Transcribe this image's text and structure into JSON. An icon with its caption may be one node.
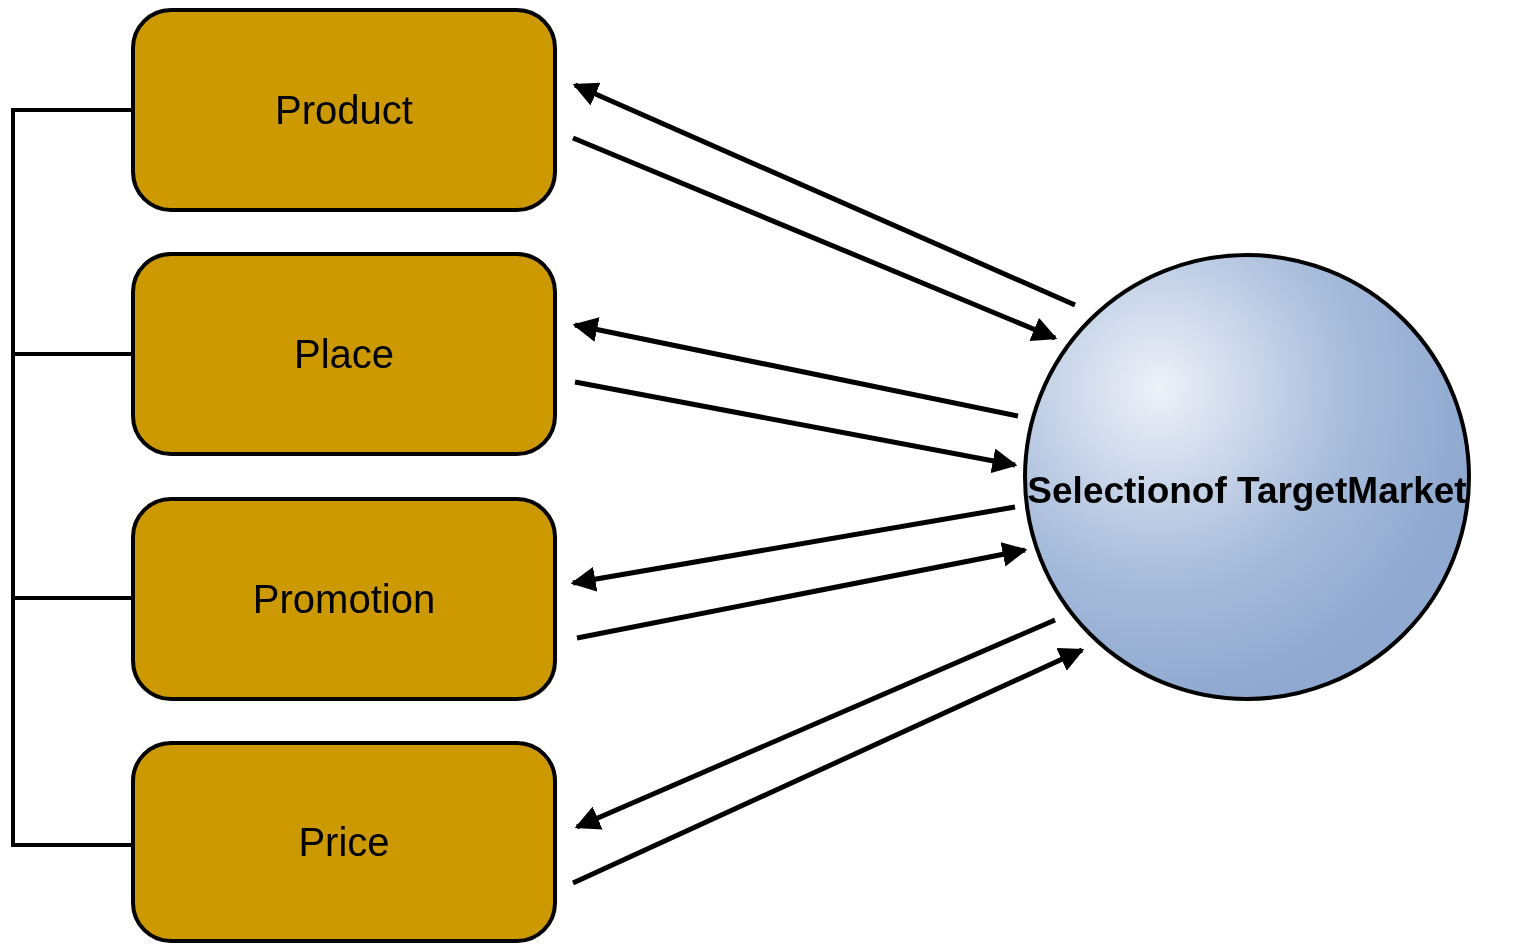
{
  "diagram": {
    "nodes": [
      {
        "text": [
          "Product"
        ]
      },
      {
        "text": [
          "Place"
        ]
      },
      {
        "text": [
          "Promotion"
        ]
      },
      {
        "text": [
          "Price"
        ]
      },
      {
        "text": [
          "Selectionof TargetMarket"
        ]
      }
    ],
    "edges": [
      {
        "from": 4,
        "to": 0,
        "arrow": "to"
      },
      {
        "from": 0,
        "to": 4,
        "arrow": "to"
      },
      {
        "from": 4,
        "to": 1,
        "arrow": "to"
      },
      {
        "from": 1,
        "to": 4,
        "arrow": "to"
      },
      {
        "from": 4,
        "to": 2,
        "arrow": "to"
      },
      {
        "from": 2,
        "to": 4,
        "arrow": "to"
      },
      {
        "from": 4,
        "to": 3,
        "arrow": "to"
      },
      {
        "from": 3,
        "to": 4,
        "arrow": "to"
      }
    ]
  }
}
